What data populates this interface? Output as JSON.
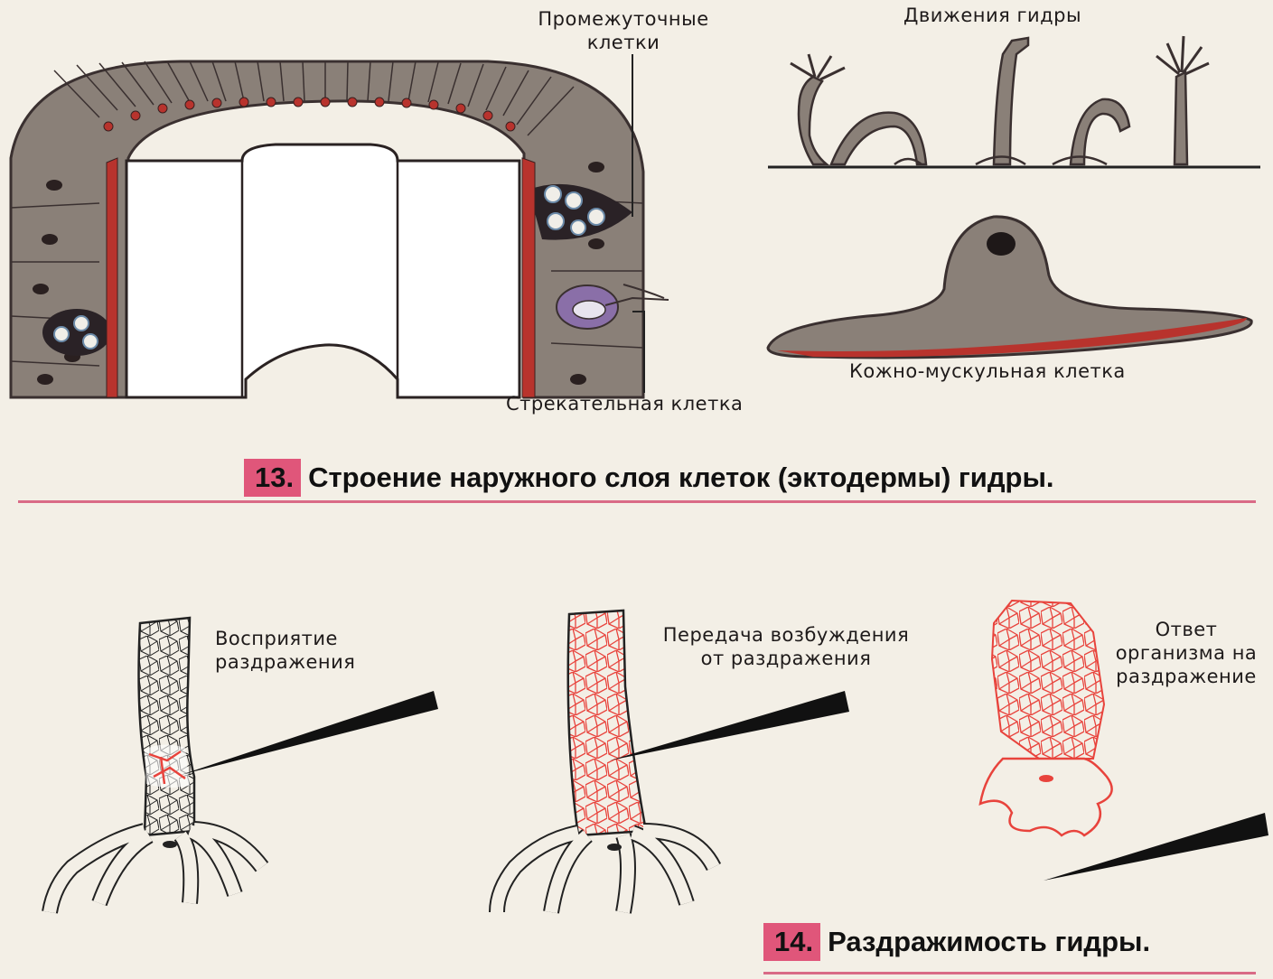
{
  "fig13": {
    "number": "13.",
    "title": "Строение наружного слоя клеток (эктодермы) гидры.",
    "labels": {
      "intermediate_cells_line1": "Промежуточные",
      "intermediate_cells_line2": "клетки",
      "stinging_cell": "Стрекательная клетка",
      "hydra_movements": "Движения гидры",
      "skin_muscle_cell": "Кожно-мускульная клетка"
    }
  },
  "fig14": {
    "number": "14.",
    "title": "Раздражимость гидры.",
    "labels": {
      "perception_line1": "Восприятие",
      "perception_line2": "раздражения",
      "transmission_line1": "Передача возбуждения",
      "transmission_line2": "от раздражения",
      "response_line1": "Ответ",
      "response_line2": "организма на",
      "response_line3": "раздражение"
    }
  },
  "colors": {
    "accent_pink": "#e0567a",
    "cell_gray": "#8a8078",
    "muscle_red": "#b8332d",
    "network_red": "#e8433c"
  }
}
